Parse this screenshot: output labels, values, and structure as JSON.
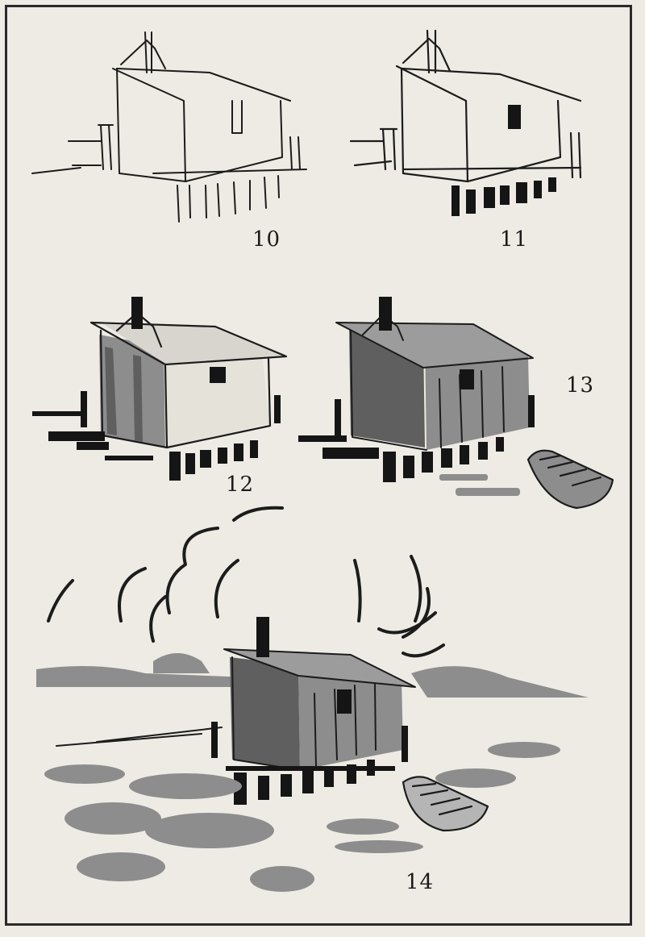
{
  "figures": [
    {
      "id": "fig-10",
      "number": "10"
    },
    {
      "id": "fig-11",
      "number": "11"
    },
    {
      "id": "fig-12",
      "number": "12"
    },
    {
      "id": "fig-13",
      "number": "13"
    },
    {
      "id": "fig-14",
      "number": "14"
    }
  ],
  "colors": {
    "paper": "#eeebe4",
    "ink": "#1c1c1c",
    "wash": "#8d8d8d"
  }
}
